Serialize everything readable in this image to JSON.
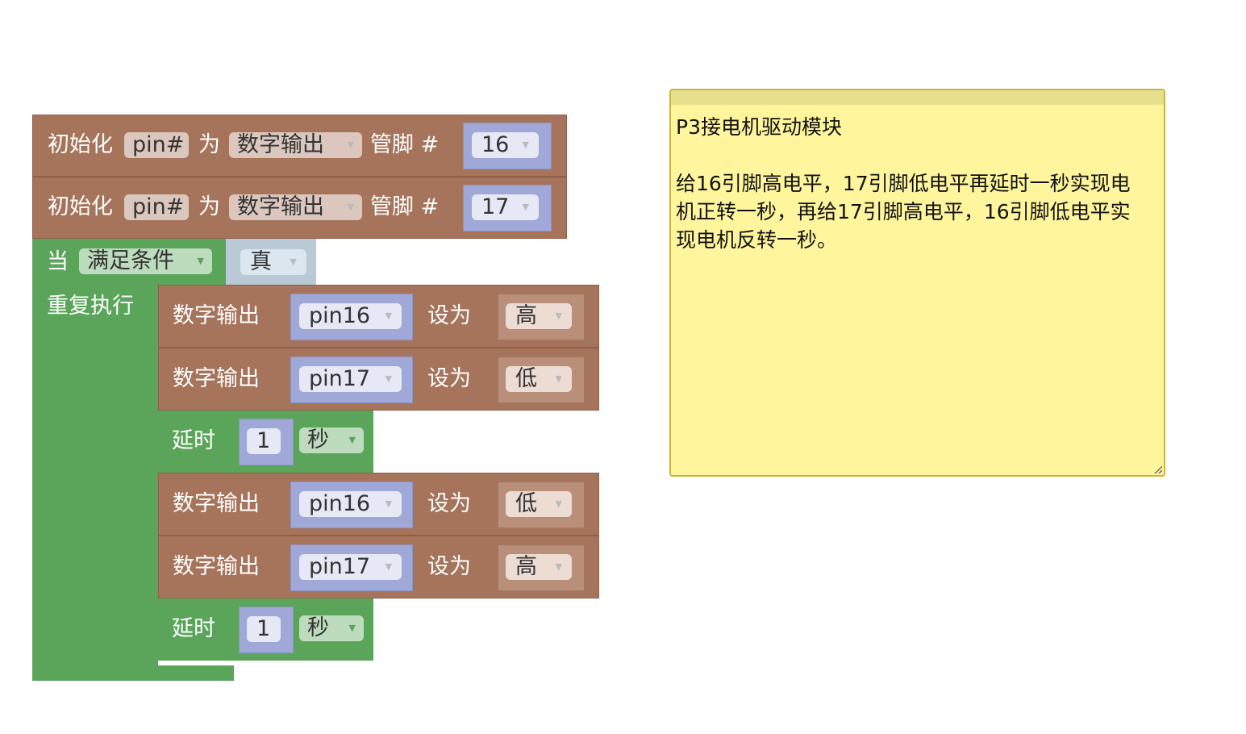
{
  "init_blocks": [
    {
      "label": "初始化",
      "var": "pin#",
      "mid": "为",
      "mode": "数字输出",
      "pin_label": "管脚 #",
      "pin": "16"
    },
    {
      "label": "初始化",
      "var": "pin#",
      "mid": "为",
      "mode": "数字输出",
      "pin_label": "管脚 #",
      "pin": "17"
    }
  ],
  "loop": {
    "label": "当",
    "condition": "满足条件",
    "value": "真",
    "do_label": "重复执行"
  },
  "steps": [
    {
      "type": "write",
      "label": "数字输出",
      "pin": "pin16",
      "set": "设为",
      "level": "高"
    },
    {
      "type": "write",
      "label": "数字输出",
      "pin": "pin17",
      "set": "设为",
      "level": "低"
    },
    {
      "type": "delay",
      "label": "延时",
      "amount": "1",
      "unit": "秒"
    },
    {
      "type": "write",
      "label": "数字输出",
      "pin": "pin16",
      "set": "设为",
      "level": "低"
    },
    {
      "type": "write",
      "label": "数字输出",
      "pin": "pin17",
      "set": "设为",
      "level": "高"
    },
    {
      "type": "delay",
      "label": "延时",
      "amount": "1",
      "unit": "秒"
    }
  ],
  "comment": "P3接电机驱动模块\n\n给16引脚高电平，17引脚低电平再延时一秒实现电机正转一秒，再给17引脚高电平，16引脚低电平实现电机反转一秒。",
  "colors": {
    "io": "#a5745b",
    "loop": "#5ba55b",
    "socket": "#9fa8d6",
    "note": "#fff59d"
  }
}
